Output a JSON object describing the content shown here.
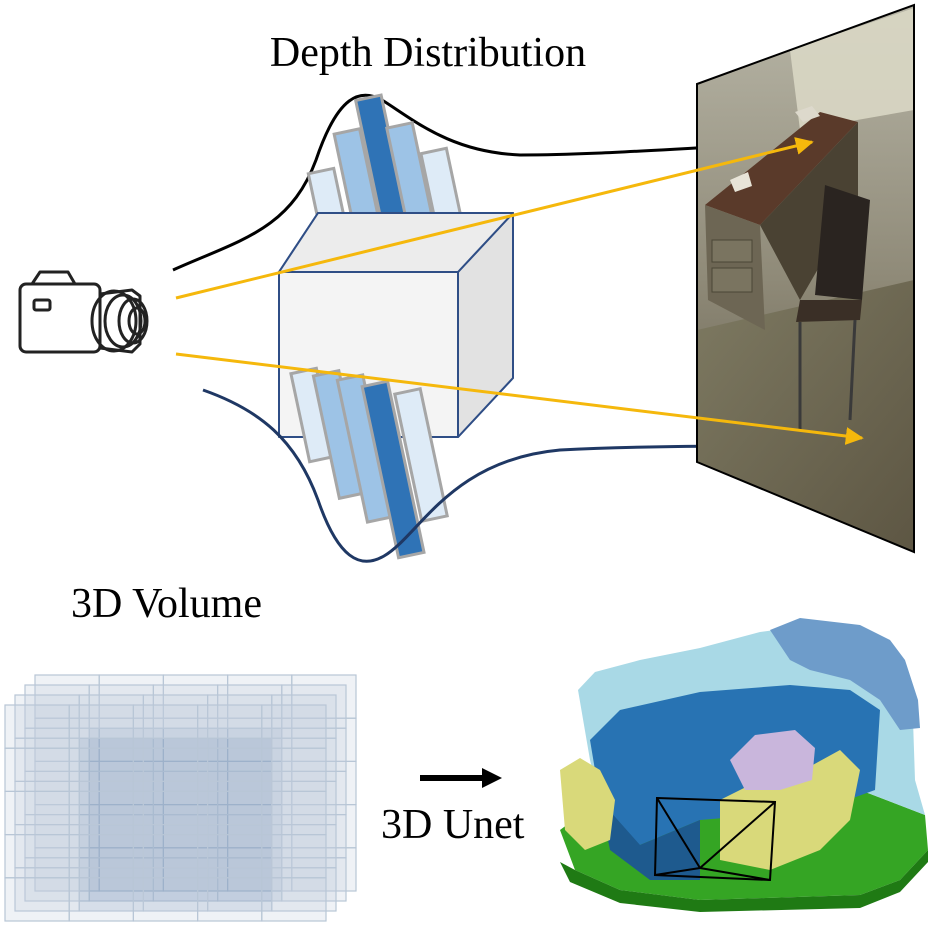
{
  "labels": {
    "depth_distribution": "Depth Distribution",
    "volume": "3D Volume",
    "unet": "3D Unet"
  },
  "icons": {
    "camera": "camera-icon",
    "arrow": "right-arrow-icon"
  },
  "colors": {
    "ray": "#f5b80c",
    "dark_blue": "#2f73b6",
    "mid_blue": "#9dc3e6",
    "light_blue": "#deebf7",
    "cube_front": "#f4f4f4",
    "cube_edge": "#2f4e86",
    "curve_bottom": "#1f3864",
    "voxel_cyan": "#a9d9e6",
    "voxel_blue": "#2873b3",
    "voxel_steel": "#6e9cca",
    "voxel_yellow": "#d9d97a",
    "voxel_lilac": "#c9b6dc",
    "voxel_green": "#35a524"
  }
}
